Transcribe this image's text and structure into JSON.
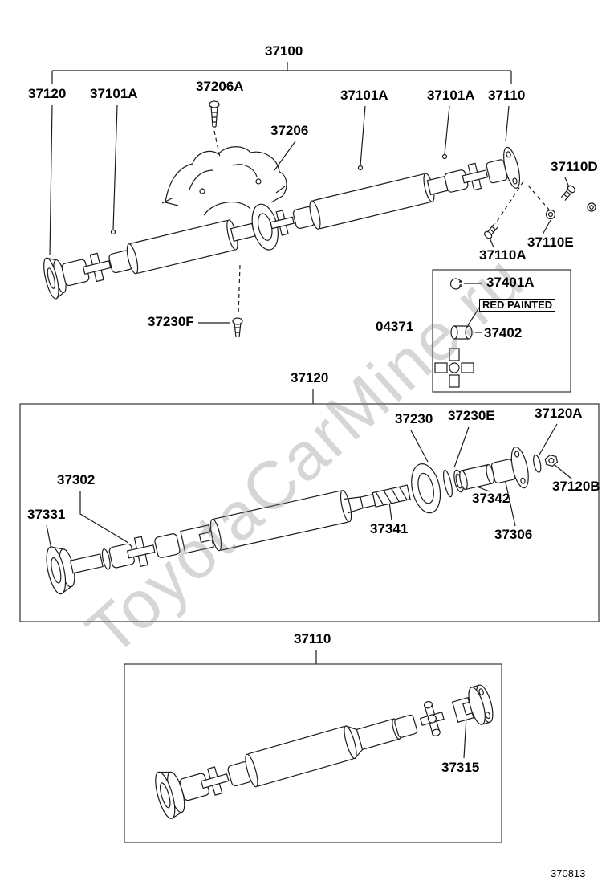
{
  "watermark": "ToyotaCarMine.ru",
  "diagram_code": "370813",
  "parts": {
    "p37100": "37100",
    "p37120": "37120",
    "p37101A": "37101A",
    "p37206A": "37206A",
    "p37206": "37206",
    "p37110": "37110",
    "p37110D": "37110D",
    "p37110E": "37110E",
    "p37110A": "37110A",
    "p37230F": "37230F",
    "p37401A": "37401A",
    "p04371": "04371",
    "p37402": "37402",
    "red_painted_note": "RED PAINTED",
    "p37230": "37230",
    "p37230E": "37230E",
    "p37120A": "37120A",
    "p37120B": "37120B",
    "p37302": "37302",
    "p37331": "37331",
    "p37341": "37341",
    "p37342": "37342",
    "p37306": "37306",
    "p37315": "37315"
  }
}
